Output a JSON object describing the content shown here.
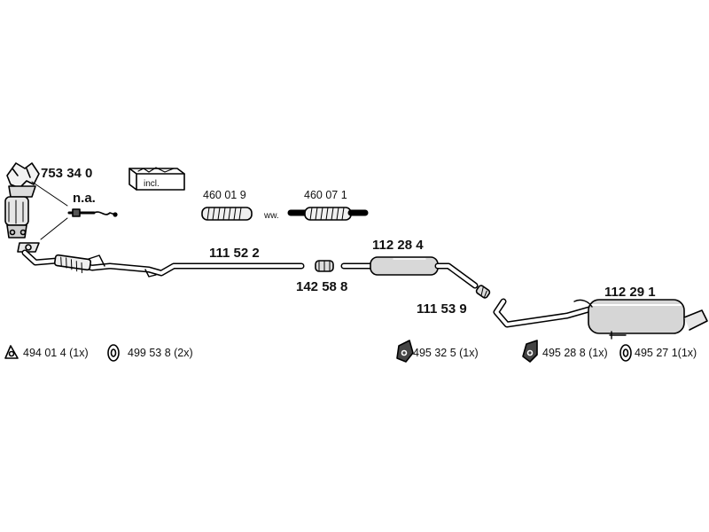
{
  "parts": {
    "catalyst": "753 34 0",
    "not_available": "n.a.",
    "included": "incl.",
    "flex_a": "460 01 9",
    "alt": "ww.",
    "flex_b": "460 07 1",
    "front_pipe": "111 52 2",
    "connector": "142 58 8",
    "middle_silencer": "112 28 4",
    "intermediate_pipe": "111 53 9",
    "rear_silencer": "112 29 1"
  },
  "mounts": [
    {
      "label": "494 01 4 (1x)",
      "icon": "triangle-mount-icon"
    },
    {
      "label": "499 53 8 (2x)",
      "icon": "rubber-ring-icon"
    },
    {
      "label": "495 32 5 (1x)",
      "icon": "hanger-bracket-icon"
    },
    {
      "label": "495 28 8 (1x)",
      "icon": "hanger-bracket-icon"
    },
    {
      "label": "495 27 1(1x)",
      "icon": "rubber-ring-icon"
    }
  ]
}
